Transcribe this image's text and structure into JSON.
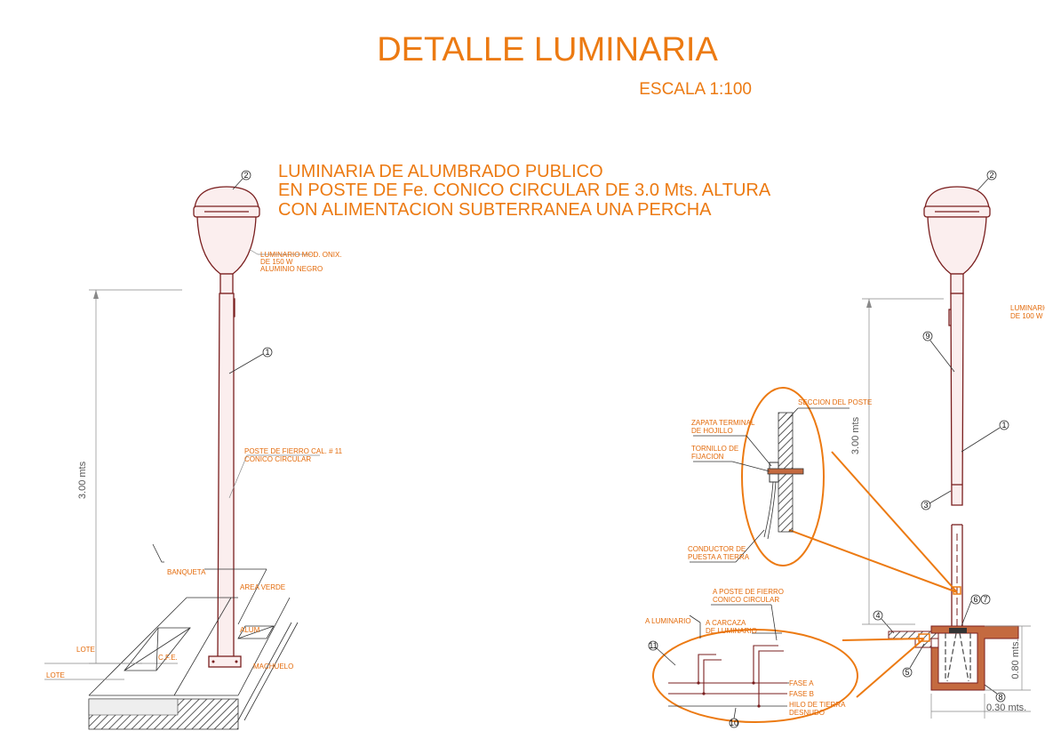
{
  "title": "DETALLE LUMINARIA",
  "scale": "ESCALA 1:100",
  "description_lines": [
    "LUMINARIA DE ALUMBRADO PUBLICO",
    "EN POSTE DE Fe. CONICO CIRCULAR DE 3.0 Mts. ALTURA",
    "CON ALIMENTACION SUBTERRANEA UNA PERCHA"
  ],
  "left_view": {
    "luminaire_note": [
      "LUMINARIO MOD. ONIX.",
      "DE 150 W",
      "ALUMINIO NEGRO"
    ],
    "pole_note": [
      "POSTE DE FIERRO CAL. # 11",
      "CONICO CIRCULAR"
    ],
    "height_dim": "3.00 mts",
    "labels": {
      "banqueta": "BANQUETA",
      "area_verde": "AREA VERDE",
      "alum": "ALUM",
      "cfe": "C.F.E.",
      "lote_1": "LOTE",
      "lote_2": "LOTE",
      "machuelo": "MACHUELO"
    },
    "callouts": [
      "2",
      "1"
    ]
  },
  "right_view": {
    "luminaire_note": [
      "LUMINARIO",
      "DE 100 W"
    ],
    "height_dim": "3.00 mts",
    "depth_dim": "0.80 mts.",
    "width_dim": "0.30 mts.",
    "callouts": [
      "2",
      "9",
      "1",
      "3",
      "4",
      "5",
      "6",
      "7",
      "8",
      "10",
      "11"
    ]
  },
  "detail_section": {
    "seccion_poste": "SECCION DEL POSTE",
    "zapata": [
      "ZAPATA TERMINAL",
      "DE HOJILLO"
    ],
    "tornillo": [
      "TORNILLO DE",
      "FIJACION"
    ],
    "conductor": [
      "CONDUCTOR DE",
      "PUESTA A TIERRA"
    ]
  },
  "detail_wiring": {
    "a_poste": [
      "A POSTE DE FIERRO",
      "CONICO CIRCULAR"
    ],
    "a_luminario": "A LUMINARIO",
    "a_carcaza": [
      "A CARCAZA",
      "DE LUMINARIO"
    ],
    "fase_a": "FASE A",
    "fase_b": "FASE B",
    "hilo_tierra": [
      "HILO DE TIERRA",
      "DESNUDO"
    ]
  },
  "colors": {
    "title": "#ec7a12",
    "pole": "#7a1f1f",
    "callout_ellipse": "#ec7a12"
  }
}
